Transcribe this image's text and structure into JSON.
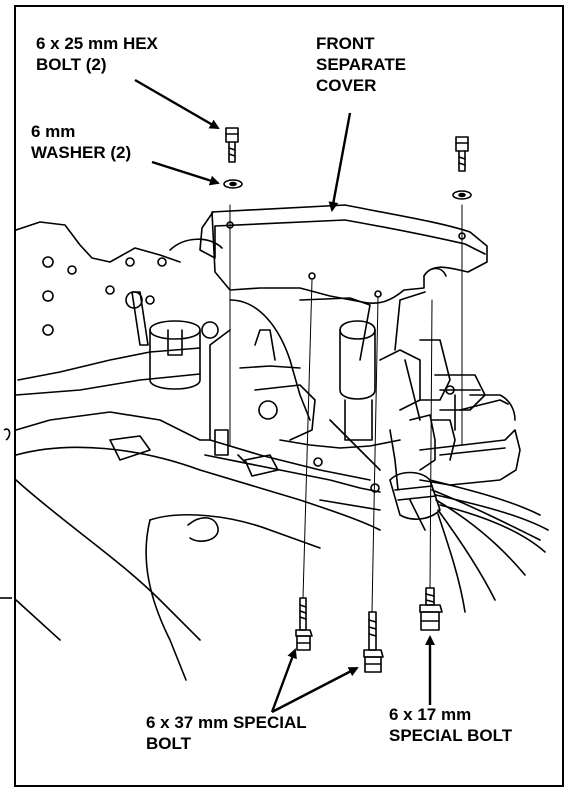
{
  "callouts": {
    "hex_bolt": "6 x 25 mm HEX\nBOLT (2)",
    "front_cover": "FRONT\nSEPARATE\nCOVER",
    "washer": "6 mm\nWASHER (2)",
    "special_bolt_37": "6 x 37 mm SPECIAL\nBOLT",
    "special_bolt_17": "6 x 17 mm\nSPECIAL BOLT"
  }
}
